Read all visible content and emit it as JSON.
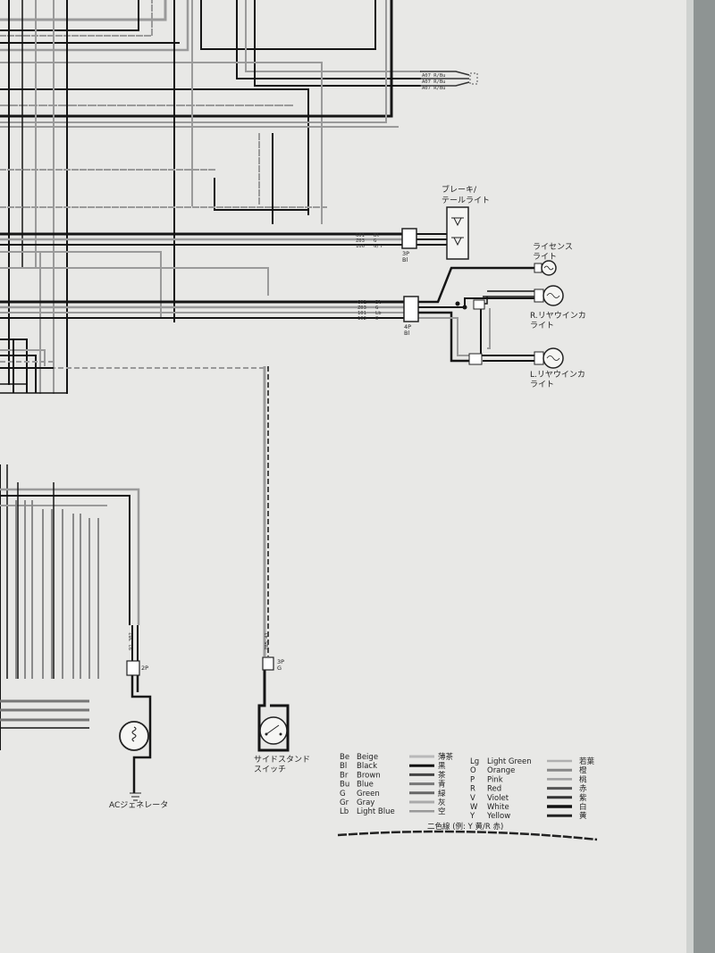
{
  "components": {
    "brake_tail": "ブレーキ/\nテールライト",
    "license": "ライセンス\nライト",
    "r_winker": "R.リヤウインカ\nライト",
    "l_winker": "L.リヤウインカ\nライト",
    "side_stand": "サイドスタンド\nスイッチ",
    "ac_gen": "ACジェネレータ"
  },
  "connectors": {
    "top_codes": [
      "A07  R/Bu",
      "A07  R/Bu",
      "A07  R/Bu"
    ],
    "brake_codes": [
      [
        "G01",
        "Bl"
      ],
      [
        "Z03",
        "G"
      ],
      [
        "106",
        "G/Y"
      ]
    ],
    "brake_conn": [
      "3P",
      "Bl"
    ],
    "rear_codes": [
      [
        "G01",
        "Bl"
      ],
      [
        "Z03",
        "G"
      ],
      [
        "101",
        "Lb"
      ],
      [
        "102",
        "O"
      ]
    ],
    "rear_conn": [
      "4P",
      "Bl"
    ],
    "side_conn": [
      "3P",
      "G"
    ],
    "side_codes": [
      "Z05  41"
    ],
    "gen_conn": "2P",
    "gen_codes": [
      "91  302"
    ]
  },
  "legend": {
    "left": [
      [
        "Be",
        "Beige",
        "薄茶"
      ],
      [
        "Bl",
        "Black",
        "黒"
      ],
      [
        "Br",
        "Brown",
        "茶"
      ],
      [
        "Bu",
        "Blue",
        "青"
      ],
      [
        "G",
        "Green",
        "緑"
      ],
      [
        "Gr",
        "Gray",
        "灰"
      ],
      [
        "Lb",
        "Light Blue",
        "空"
      ]
    ],
    "right": [
      [
        "Lg",
        "Light Green",
        "若葉"
      ],
      [
        "O",
        "Orange",
        "橙"
      ],
      [
        "P",
        "Pink",
        "桃"
      ],
      [
        "R",
        "Red",
        "赤"
      ],
      [
        "V",
        "Violet",
        "紫"
      ],
      [
        "W",
        "White",
        "白"
      ],
      [
        "Y",
        "Yellow",
        "黄"
      ]
    ],
    "two_color": "二色線 (例: Y 黄/R 赤)"
  },
  "colors": {
    "paper": "#e8e8e6",
    "wire_black": "#151515",
    "wire_gray": "#9a9a9a"
  }
}
